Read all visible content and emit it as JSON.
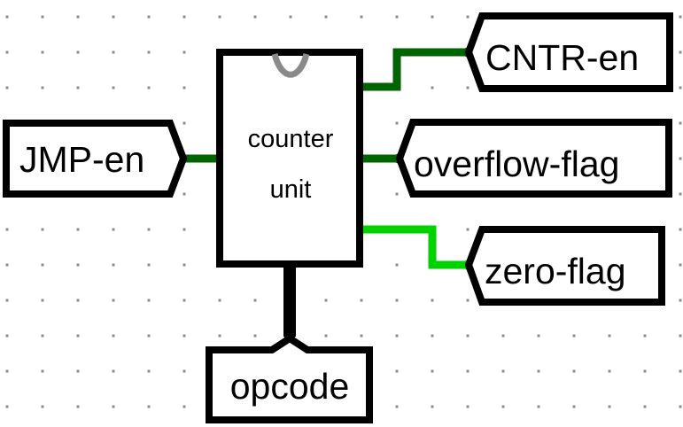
{
  "component": {
    "label_line1": "counter",
    "label_line2": "unit"
  },
  "pins": {
    "jmp_en": "JMP-en",
    "cntr_en": "CNTR-en",
    "overflow_flag": "overflow-flag",
    "zero_flag": "zero-flag",
    "opcode": "opcode"
  },
  "colors": {
    "wire_dark": "#006400",
    "wire_bright": "#00d200",
    "bus": "#000000",
    "outline": "#000000",
    "notch": "#8a8a8a",
    "grid_dot": "#8c8c8c",
    "background": "#ffffff"
  },
  "wire_states": {
    "jmp_en": "low",
    "cntr_en": "low",
    "overflow_flag": "low",
    "zero_flag": "high"
  }
}
